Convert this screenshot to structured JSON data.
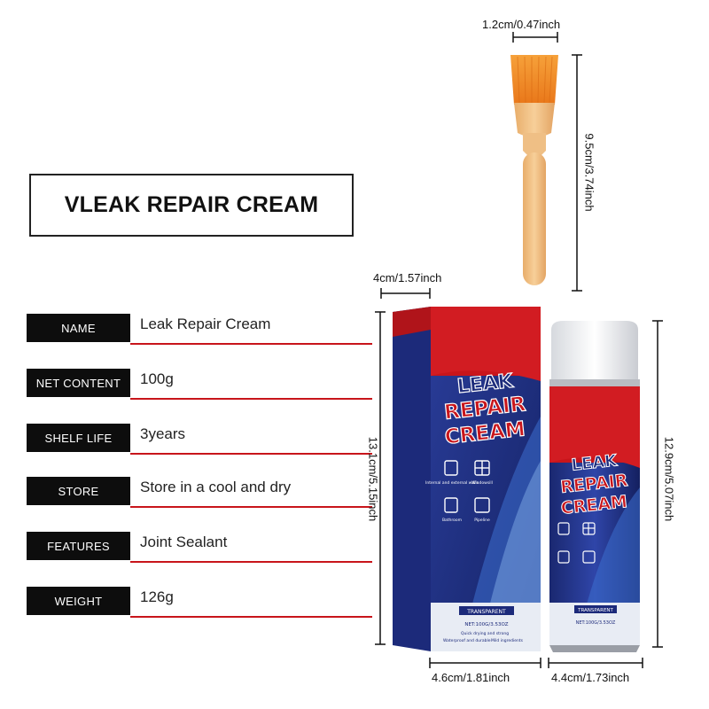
{
  "title": "VLEAK REPAIR CREAM",
  "specs": [
    {
      "label": "NAME",
      "value": "Leak Repair Cream"
    },
    {
      "label": "NET CONTENT",
      "value": "100g"
    },
    {
      "label": "SHELF LIFE",
      "value": "3years"
    },
    {
      "label": "STORE",
      "value": "Store in a cool and dry"
    },
    {
      "label": "FEATURES",
      "value": "Joint Sealant"
    },
    {
      "label": "WEIGHT",
      "value": "126g"
    }
  ],
  "dimensions": {
    "brush_width": "1.2cm/0.47inch",
    "brush_length": "9.5cm/3.74inch",
    "box_depth": "4cm/1.57inch",
    "box_height": "13.1cm/5.15inch",
    "box_width": "4.6cm/1.81inch",
    "can_height": "12.9cm/5.07inch",
    "can_width": "4.4cm/1.73inch"
  },
  "package": {
    "line1": "LEAK",
    "line2": "REPAIR",
    "line3": "CREAM",
    "icons": [
      "Internal and external walls",
      "Windowsill",
      "Bathroom",
      "Pipeline"
    ],
    "variant": "TRANSPARENT",
    "net": "NET:100G/3.53OZ",
    "features": [
      "Quick drying and strong",
      "Waterproof and durable",
      "Mild ingredients"
    ]
  },
  "colors": {
    "accent_red": "#c8151b",
    "navy": "#1c2a7a",
    "label_bg": "#0d0d0d",
    "brush_orange": "#f28a1e",
    "handle": "#f2c28a"
  }
}
